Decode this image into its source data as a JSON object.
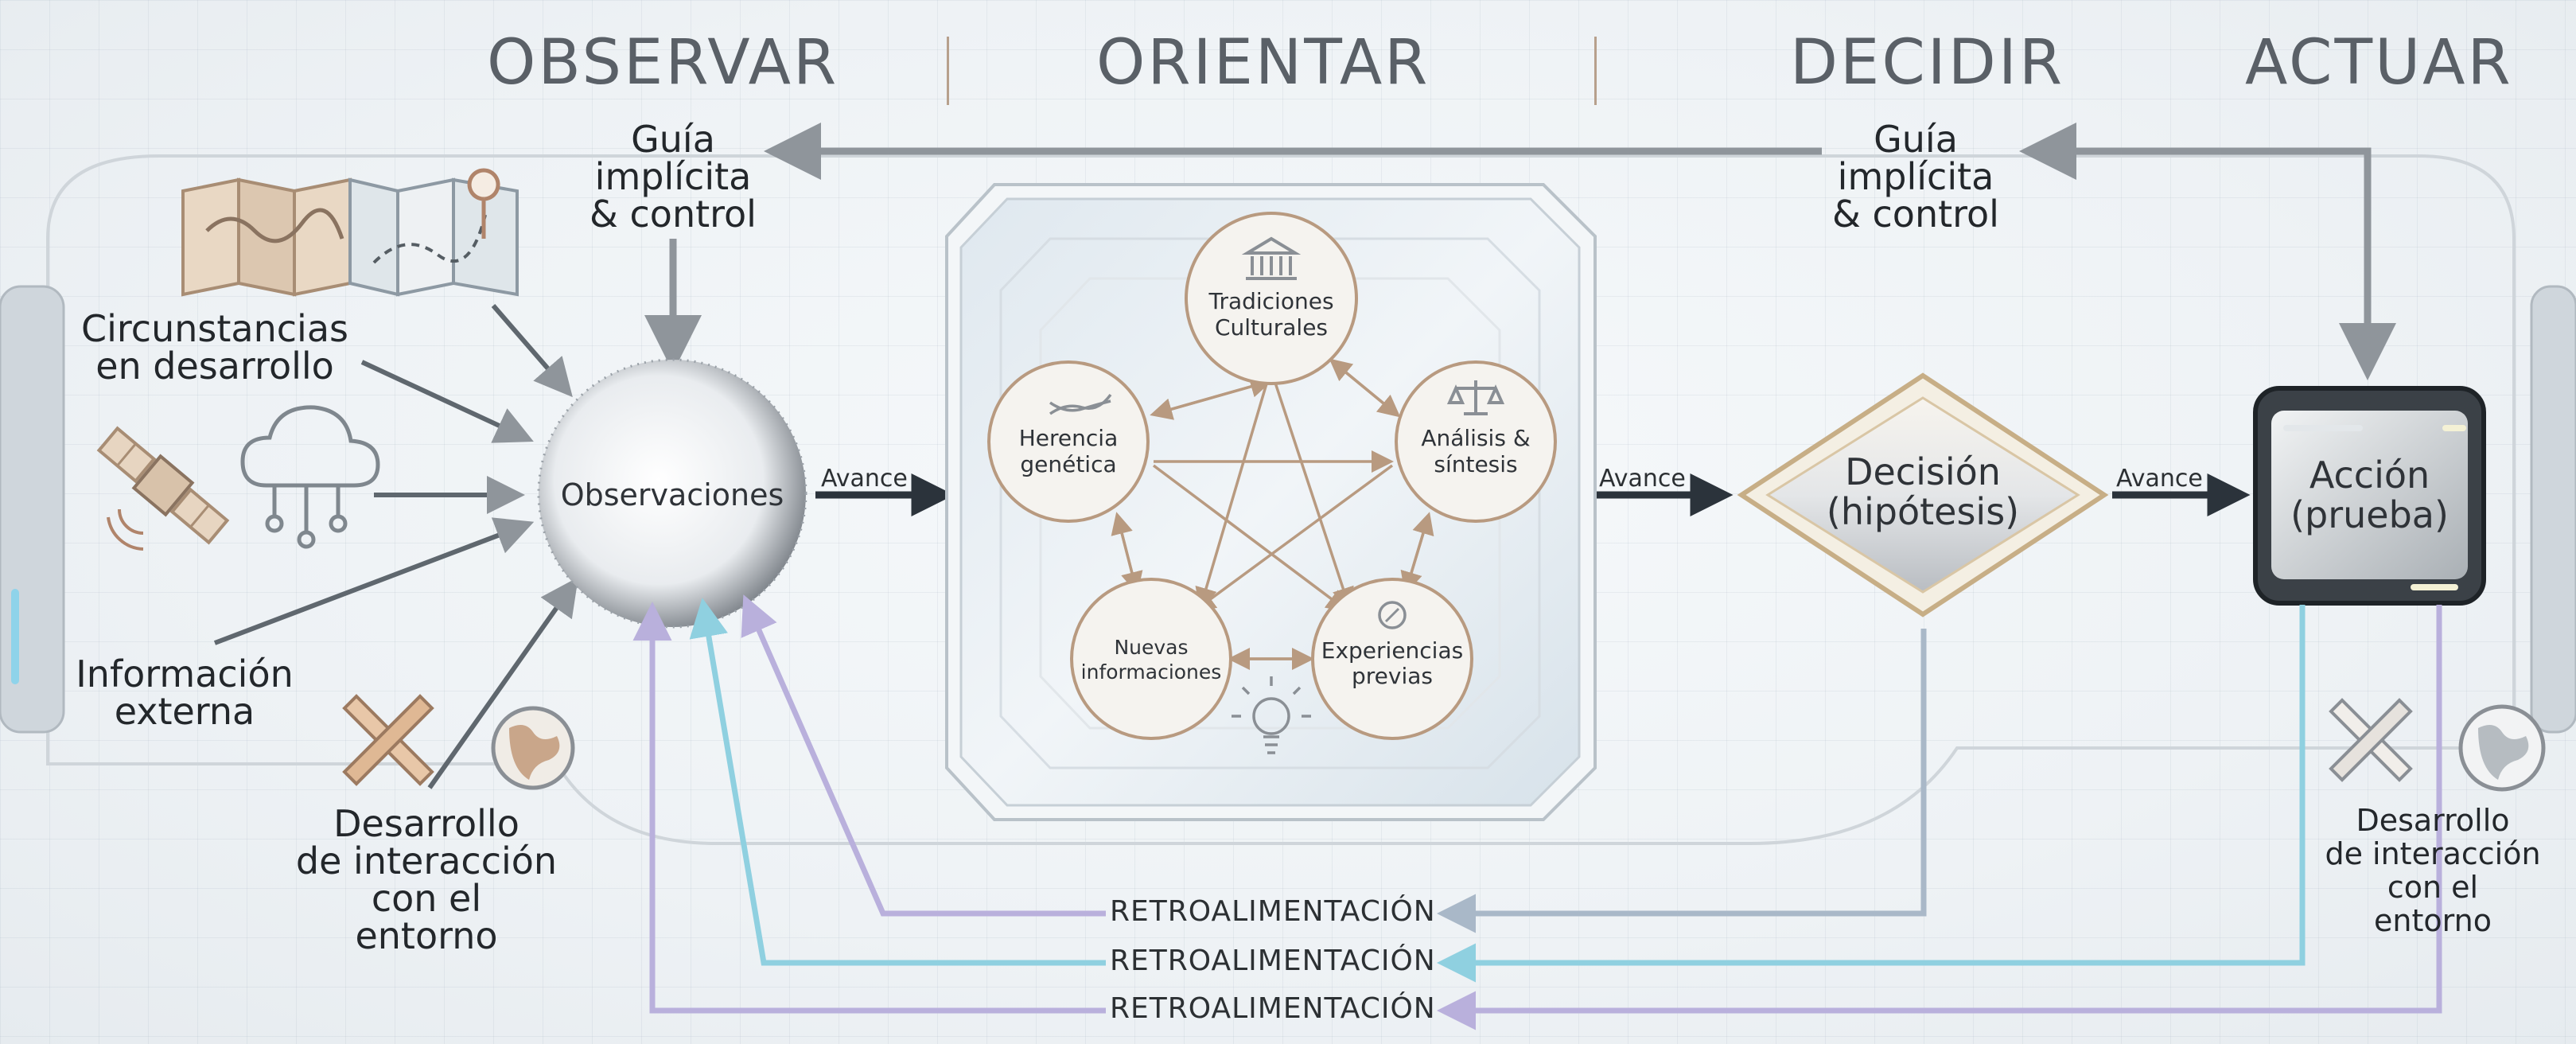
{
  "phases": {
    "observe": "OBSERVAR",
    "orient": "ORIENTAR",
    "decide": "DECIDIR",
    "act": "ACTUAR"
  },
  "guidance": {
    "left": [
      "Guía",
      "implícita",
      "& control"
    ],
    "right": [
      "Guía",
      "implícita",
      "& control"
    ]
  },
  "inputs": {
    "circumstances": [
      "Circunstancias",
      "en desarrollo"
    ],
    "external": [
      "Información",
      "externa"
    ],
    "interaction_left": [
      "Desarrollo",
      "de interacción",
      "con el",
      "entorno"
    ],
    "interaction_right": [
      "Desarrollo",
      "de interacción",
      "con el",
      "entorno"
    ]
  },
  "nodes": {
    "observations": "Observaciones",
    "decision": [
      "Decisión",
      "(hipótesis)"
    ],
    "action": [
      "Acción",
      "(prueba)"
    ]
  },
  "orient_nodes": {
    "traditions": [
      "Tradiciones",
      "Culturales"
    ],
    "heritage": [
      "Herencia",
      "genética"
    ],
    "analysis": [
      "Análisis &",
      "síntesis"
    ],
    "new_info": [
      "Nuevas",
      "informaciones"
    ],
    "experience": [
      "Experiencias",
      "previas"
    ]
  },
  "flow_labels": [
    "Avance",
    "Avance",
    "Avance"
  ],
  "feedback_labels": [
    "RETROALIMENTACIÓN",
    "RETROALIMENTACIÓN",
    "RETROALIMENTACIÓN"
  ],
  "colors": {
    "arrow_gray": "#8f959b",
    "arrow_dark": "#2b333b",
    "tan": "#b89a80",
    "feedback_1": "#a9b8c8",
    "feedback_2": "#8fd0e0",
    "feedback_3": "#b9b0dc"
  },
  "icons": {
    "map": "map-icon",
    "satellite": "satellite-icon",
    "cloud": "cloud-network-icon",
    "handshake": "handshake-icon",
    "globe": "globe-icon",
    "temple": "temple-icon",
    "dna": "dna-icon",
    "scales": "scales-icon",
    "compass": "compass-icon",
    "lightbulb": "lightbulb-icon"
  }
}
